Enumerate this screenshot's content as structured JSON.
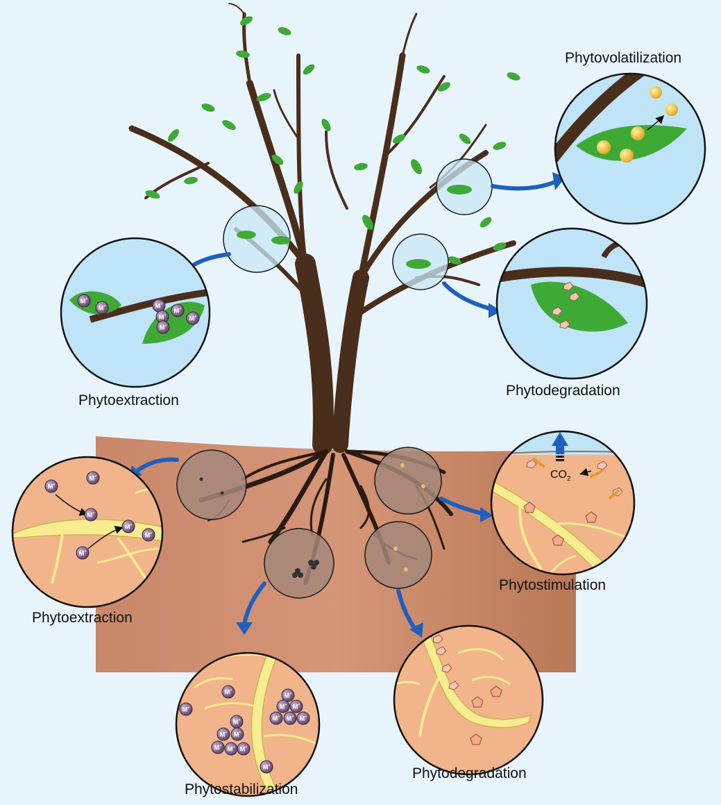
{
  "labels": {
    "phytovolatilization": "Phytovolatilization",
    "phytoextraction_leaf": "Phytoextraction",
    "phytodegradation_leaf": "Phytodegradation",
    "phytoextraction_root": "Phytoextraction",
    "phytostimulation": "Phytostimulation",
    "phytostabilization": "Phytostabilization",
    "phytodegradation_root": "Phytodegradation"
  },
  "symbols": {
    "metal_ion": "M",
    "metal_charge": "+",
    "co2_base": "CO",
    "co2_sub": "2"
  },
  "colors": {
    "sky": "#e8f4fb",
    "soil": "#c98a67",
    "trunk": "#4a2e1c",
    "leaf": "#3fa935",
    "zoom_sky": "#bfe4f7",
    "zoom_soil": "#f2b48a",
    "root_light": "#f7ec8f",
    "arrow": "#1e5fbf",
    "metal": "#7b5a84"
  }
}
